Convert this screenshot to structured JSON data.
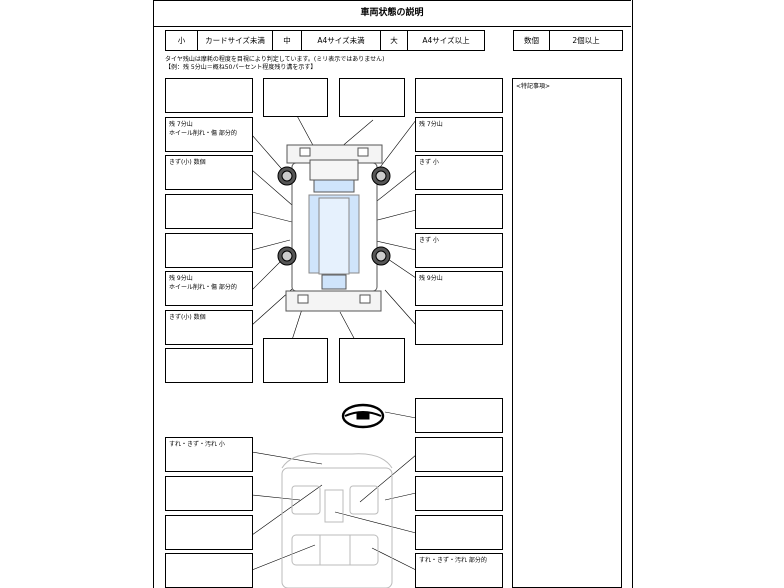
{
  "title": "車両状態の説明",
  "legend": {
    "small_label": "小",
    "small_desc": "カードサイズ未満",
    "medium_label": "中",
    "medium_desc": "A4サイズ未満",
    "large_label": "大",
    "large_desc": "A4サイズ以上"
  },
  "quantity": {
    "label": "数個",
    "value": "2個以上"
  },
  "notes": {
    "line1": "タイヤ残山は摩耗の程度を目視により判定しています。(ミリ表示ではありません)",
    "line2": "【例：残 5分山＝概ね50パーセント程度残り溝を示す】"
  },
  "remarks_label": "<特記事項>",
  "annotations": {
    "left_front_tire": [
      "残 7分山",
      "ホイール削れ・傷 部分的"
    ],
    "left_front_side": [
      "きず(小) 数個"
    ],
    "left_rear_tire": [
      "残 9分山",
      "ホイール削れ・傷 部分的"
    ],
    "left_rear_side": [
      "きず(小) 数個"
    ],
    "right_front_tire": [
      "残 7分山"
    ],
    "right_front_side": [
      "きず 小"
    ],
    "right_rear_side": [
      "きず 小"
    ],
    "right_rear_tire": [
      "残 9分山"
    ],
    "interior_front": [
      "すれ・きず・汚れ 小"
    ],
    "interior_rear": [
      "すれ・きず・汚れ 部分的"
    ]
  },
  "colors": {
    "glass": "#cfe4fb",
    "car_line": "#555555",
    "interior_line": "#bbbbbb"
  }
}
